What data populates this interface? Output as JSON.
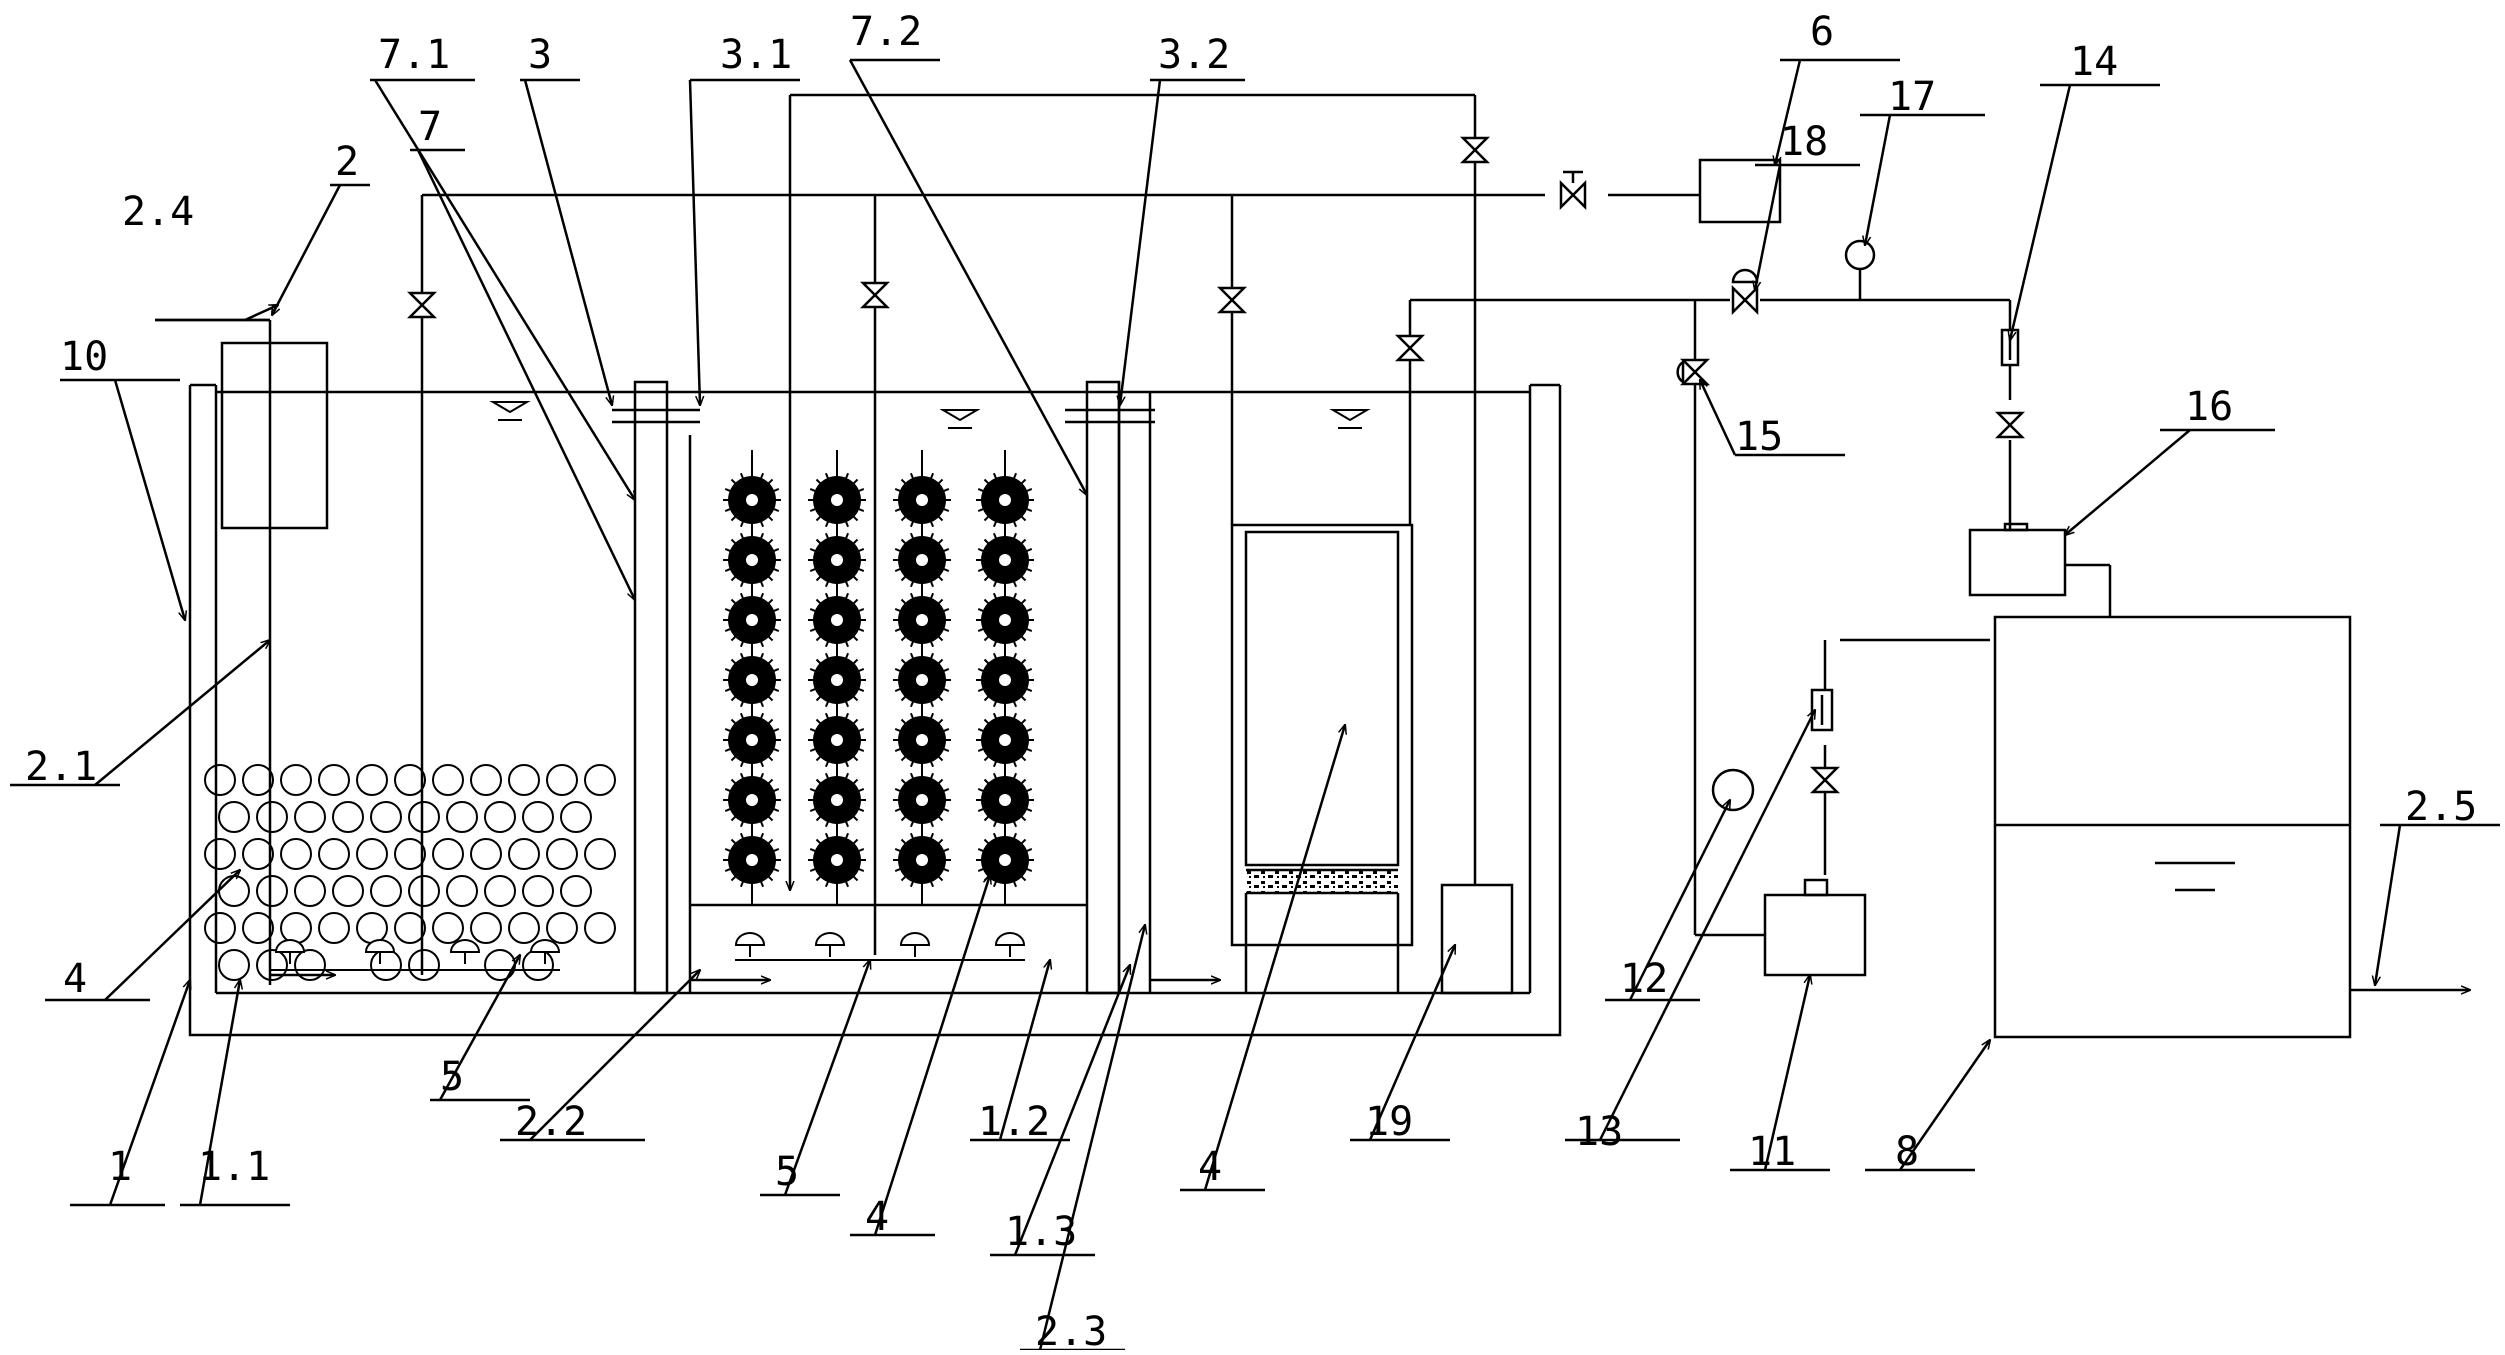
{
  "labels": {
    "l10": "10",
    "l2_4": "2.4",
    "l2": "2",
    "l7_1": "7.1",
    "l7": "7",
    "l3": "3",
    "l3_1": "3.1",
    "l7_2": "7.2",
    "l3_2": "3.2",
    "l6": "6",
    "l17": "17",
    "l14": "14",
    "l18": "18",
    "l15": "15",
    "l16": "16",
    "l2_1": "2.1",
    "l2_5": "2.5",
    "l4a": "4",
    "l5a": "5",
    "l2_2": "2.2",
    "l5b": "5",
    "l1_2": "1.2",
    "l19": "19",
    "l12": "12",
    "l13": "13",
    "l1": "1",
    "l1_1": "1.1",
    "l4b": "4",
    "l1_3": "1.3",
    "l4c": "4",
    "l11": "11",
    "l8": "8",
    "l2_3": "2.3"
  }
}
